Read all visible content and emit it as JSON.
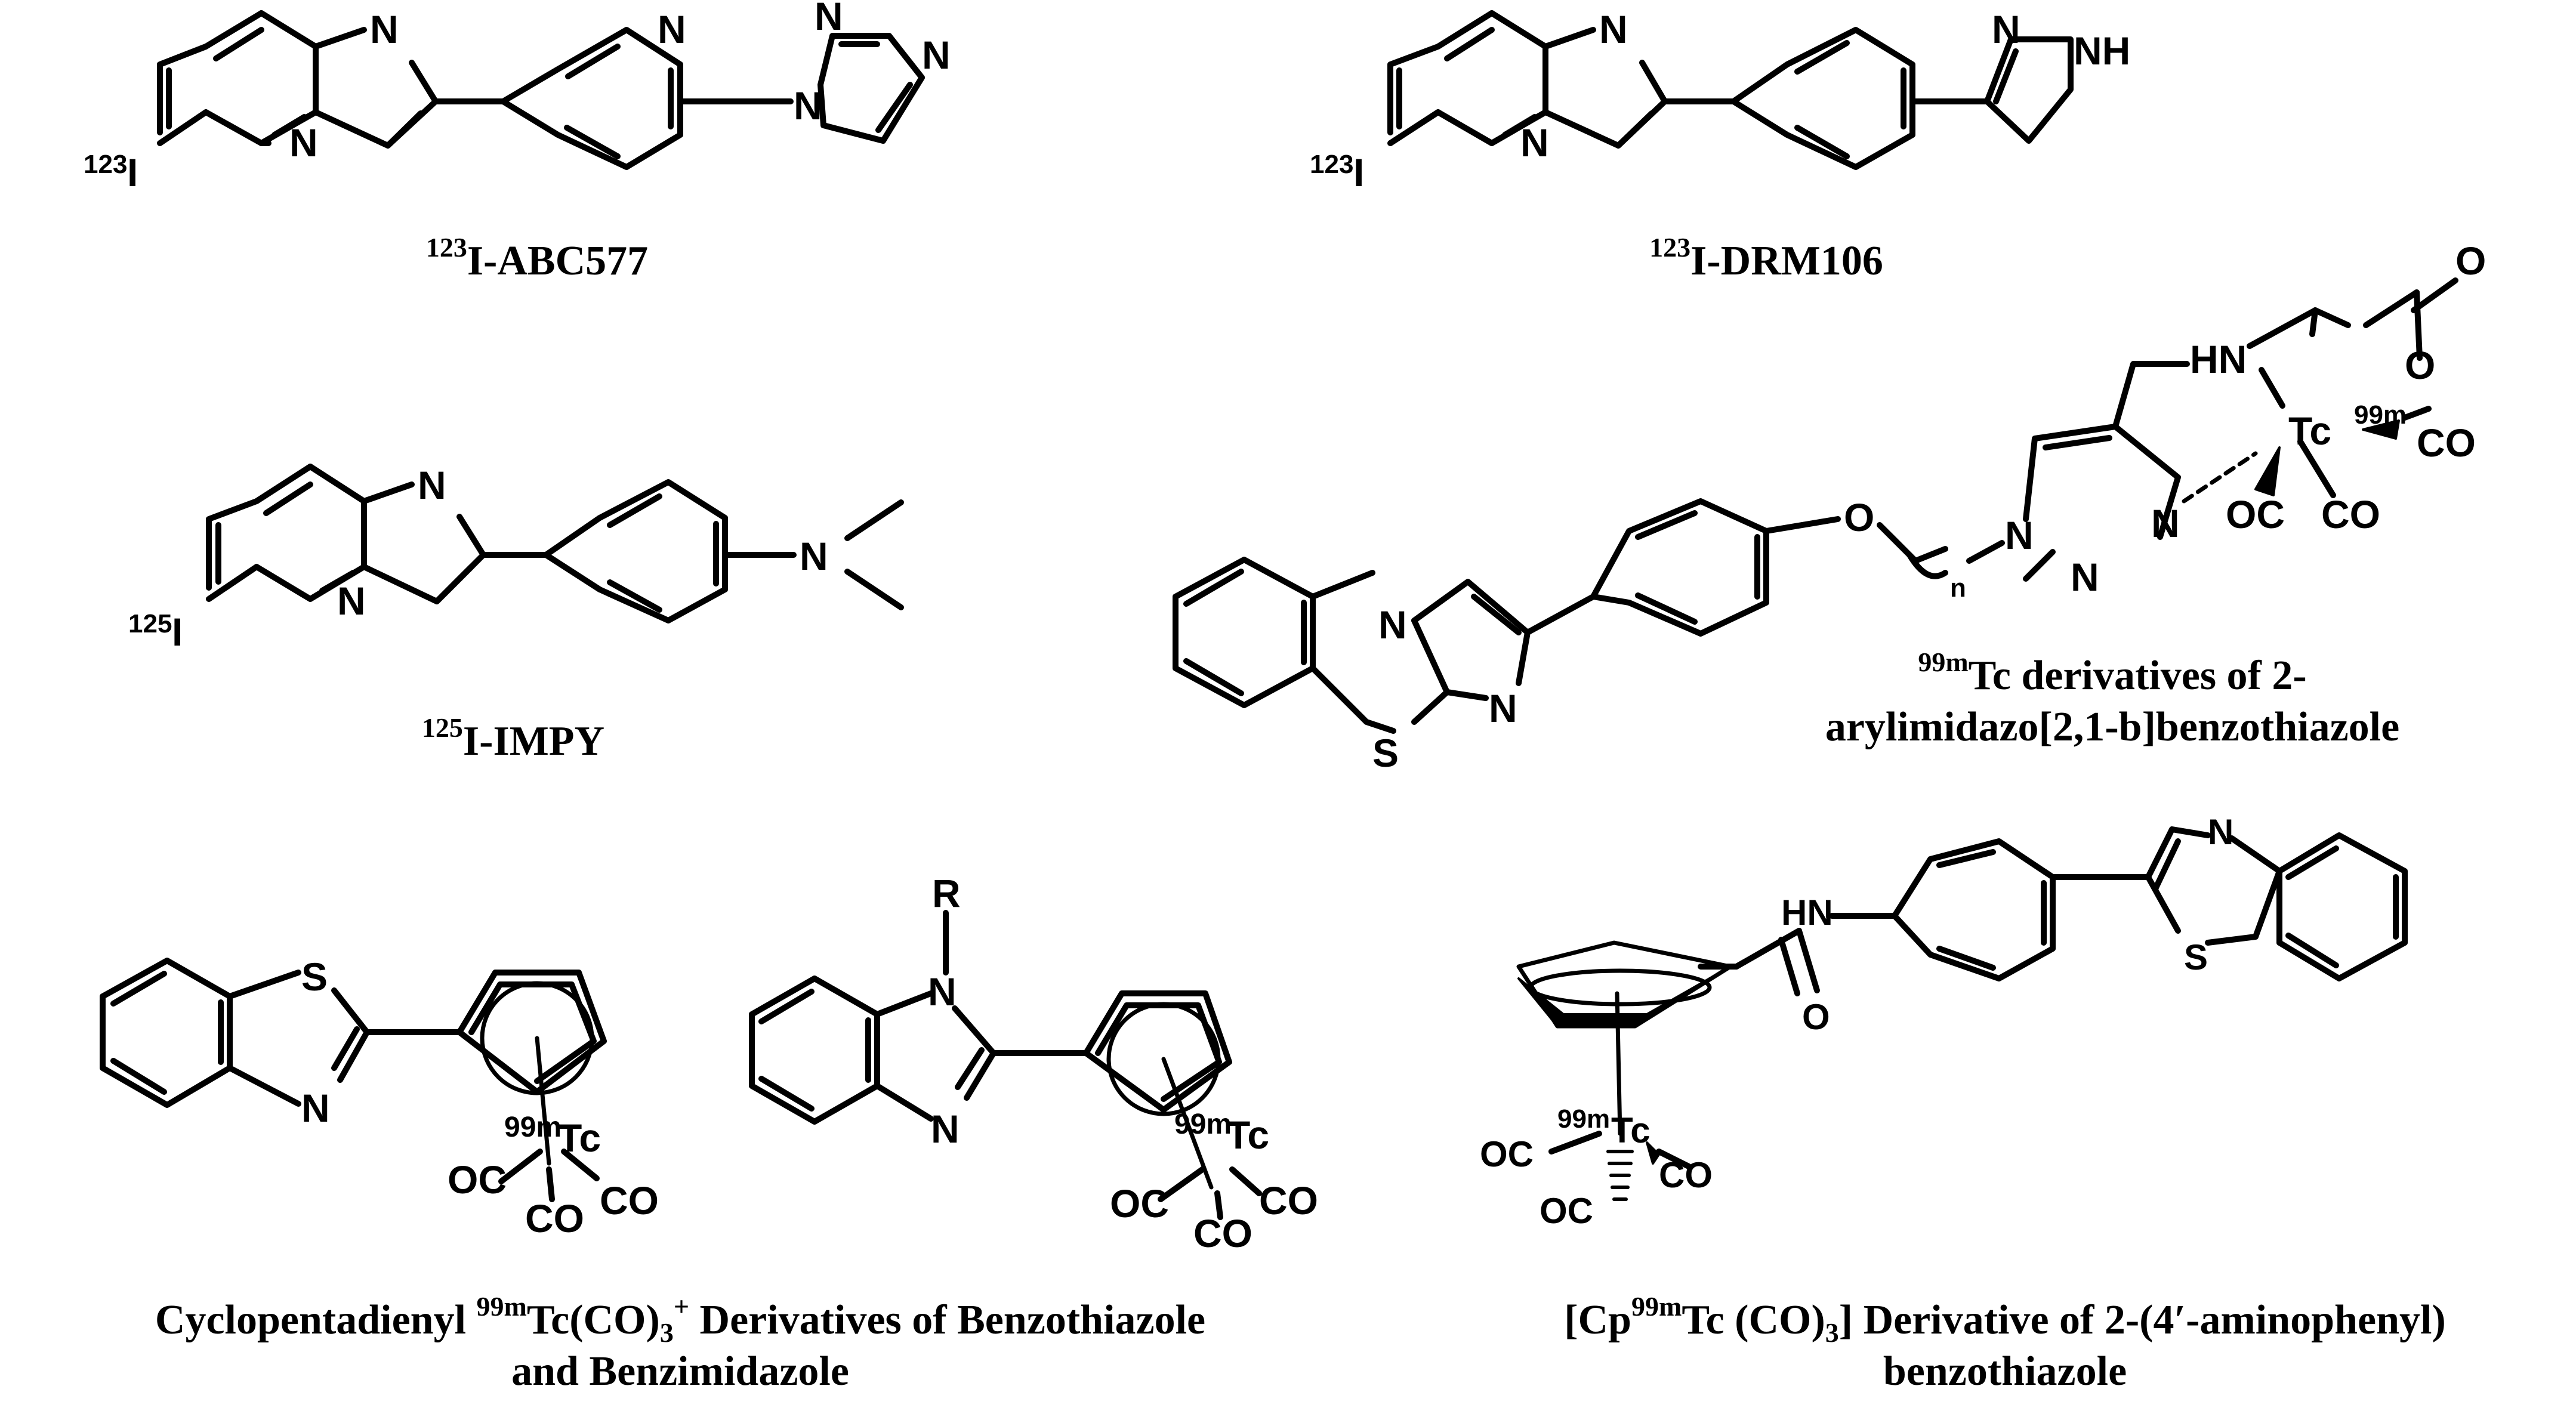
{
  "structures": {
    "abc577": {
      "name_sup": "123",
      "name_main": "I-ABC577",
      "iodine_mass": "123",
      "iodine": "I",
      "n_imid": "N",
      "n_bridge": "N",
      "n_pyr": "N",
      "n_tri_1": "N",
      "n_tri_2": "N",
      "n_tri_3": "N"
    },
    "drm106": {
      "name_sup": "123",
      "name_main": "I-DRM106",
      "iodine_mass": "123",
      "iodine": "I",
      "n_imid": "N",
      "n_bridge": "N",
      "n_pz": "N",
      "nh_pz": "NH"
    },
    "impy": {
      "name_sup": "125",
      "name_main": "I-IMPY",
      "iodine_mass": "125",
      "iodine": "I",
      "n_imid": "N",
      "n_bridge": "N",
      "n_amine": "N"
    },
    "tc_benzothiazole": {
      "caption_sup": "99m",
      "caption_line1": "Tc derivatives of 2-",
      "caption_line2": "arylimidazo[2,1-b]benzothiazole",
      "o_ether": "O",
      "n_sub": "n",
      "n_tri_1": "N",
      "n_tri_2": "N",
      "n_tri_3": "N",
      "hn": "HN",
      "o_carbonyl": "O",
      "o_ester": "O",
      "tc": "Tc",
      "tc_mass": "99m",
      "co_1": "CO",
      "co_2": "OC",
      "co_3": "CO",
      "n_bridge": "N",
      "n_imid": "N",
      "s": "S"
    },
    "cp_btz": {
      "s": "S",
      "n": "N",
      "tc_mass": "99m",
      "tc": "Tc",
      "co_1": "OC",
      "co_2": "CO",
      "co_3": "CO"
    },
    "cp_bzim": {
      "r": "R",
      "n_1": "N",
      "n_2": "N",
      "tc_mass": "99m",
      "tc": "Tc",
      "co_1": "OC",
      "co_2": "CO",
      "co_3": "CO"
    },
    "cp_amide": {
      "hn": "HN",
      "o": "O",
      "n": "N",
      "s": "S",
      "tc_mass": "99m",
      "tc": "Tc",
      "co_1": "OC",
      "co_2": "CO",
      "co_3": "OC"
    }
  },
  "captions": {
    "cp_left": {
      "part1": "Cyclopentadienyl ",
      "sup1": "99m",
      "part2": "Tc(CO)",
      "sub": "3",
      "sup2": "+",
      "part3": " Derivatives of Benzothiazole",
      "line2": "and Benzimidazole"
    },
    "cp_right": {
      "part1": "[Cp",
      "sup1": "99m",
      "part2": "Tc (CO)",
      "sub": "3",
      "part3": "] Derivative of 2-(4′-aminophenyl)",
      "line2": "benzothiazole"
    }
  }
}
